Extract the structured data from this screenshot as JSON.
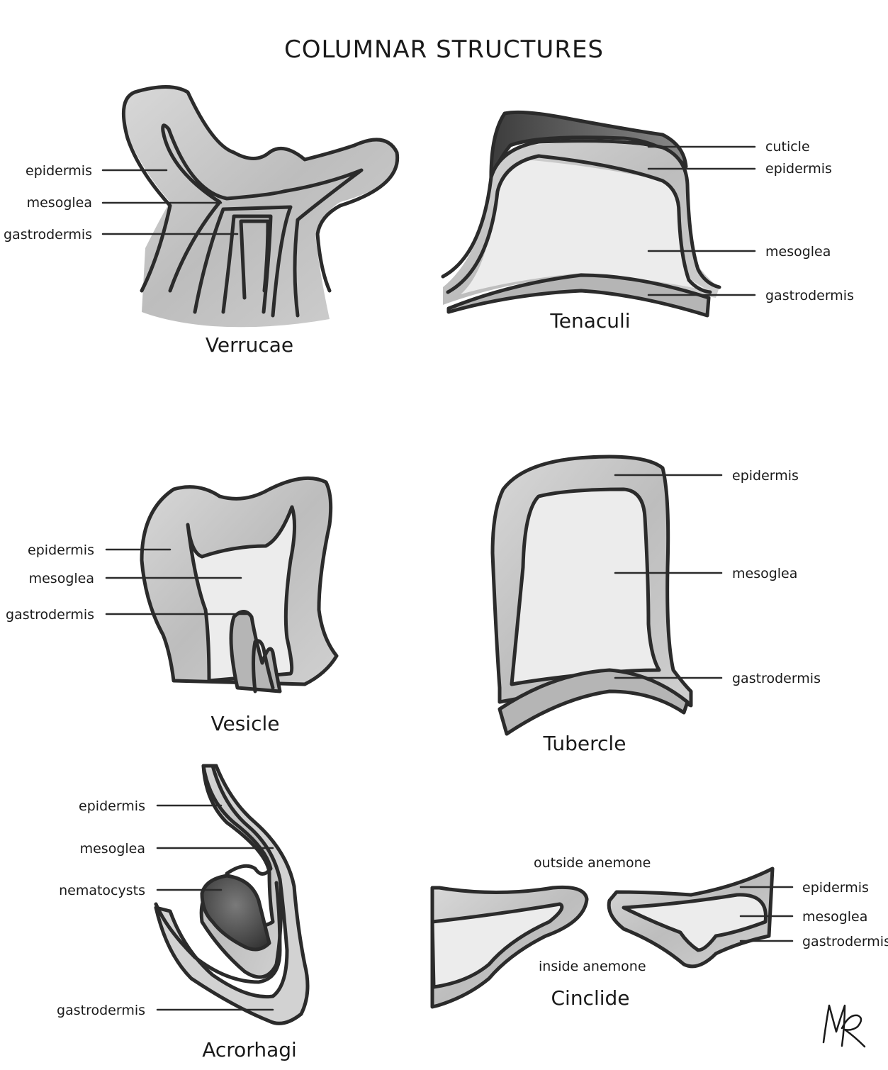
{
  "title": "COLUMNAR STRUCTURES",
  "panels": {
    "verrucae": {
      "name": "Verrucae",
      "labels": [
        "epidermis",
        "mesoglea",
        "gastrodermis"
      ]
    },
    "tenaculi": {
      "name": "Tenaculi",
      "labels": [
        "cuticle",
        "epidermis",
        "mesoglea",
        "gastrodermis"
      ]
    },
    "vesicle": {
      "name": "Vesicle",
      "labels": [
        "epidermis",
        "mesoglea",
        "gastrodermis"
      ]
    },
    "tubercle": {
      "name": "Tubercle",
      "labels": [
        "epidermis",
        "mesoglea",
        "gastrodermis"
      ]
    },
    "acrorhagi": {
      "name": "Acrorhagi",
      "labels": [
        "epidermis",
        "mesoglea",
        "nematocysts",
        "gastrodermis"
      ]
    },
    "cinclide": {
      "name": "Cinclide",
      "outside": "outside anemone",
      "inside": "inside anemone",
      "labels": [
        "epidermis",
        "mesoglea",
        "gastrodermis"
      ]
    }
  },
  "colors": {
    "outline": "#2b2b2b",
    "epidermis": "#c9c9c9",
    "mesoglea": "#ececec",
    "gastrodermis": "#b5b5b5",
    "cuticle": "#6a6a6a",
    "nematocysts": "#4a4a4a"
  },
  "signature": "MR"
}
